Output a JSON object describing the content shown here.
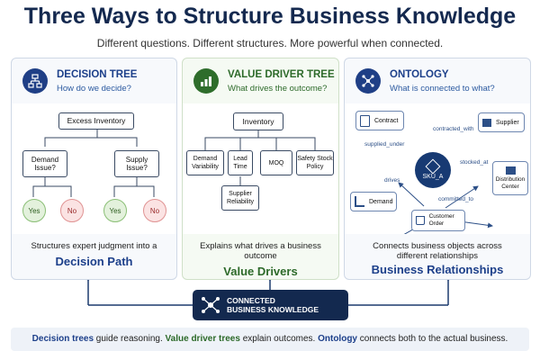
{
  "header": {
    "title": "Three Ways to Structure Business Knowledge",
    "subtitle": "Different questions. Different structures. More powerful when connected."
  },
  "colors": {
    "navy": "#14294f",
    "blue": "#1c3f8a",
    "green": "#2d6a2a",
    "accent_blue": "#2c5aa0"
  },
  "decision_tree": {
    "title": "DECISION TREE",
    "question": "How do we decide?",
    "icon": "decision-tree-icon",
    "root": "Excess Inventory",
    "branches": [
      {
        "label": "Demand Issue?",
        "outcomes": [
          "Yes",
          "No"
        ]
      },
      {
        "label": "Supply Issue?",
        "outcomes": [
          "Yes",
          "No"
        ]
      }
    ],
    "description": "Structures expert judgment into a",
    "result": "Decision Path"
  },
  "value_driver_tree": {
    "title": "VALUE DRIVER TREE",
    "question": "What drives the outcome?",
    "icon": "bar-chart-icon",
    "root": "Inventory",
    "drivers": [
      "Demand Variability",
      "Lead Time",
      "MOQ",
      "Safety Stock Policy"
    ],
    "sub_driver": "Supplier Reliability",
    "description": "Explains what drives a business outcome",
    "result": "Value Drivers"
  },
  "ontology": {
    "title": "ONTOLOGY",
    "question": "What is connected to what?",
    "icon": "network-icon",
    "hub": "SKU_A",
    "nodes": {
      "contract": "Contract",
      "supplier": "Supplier",
      "distribution_center": "Distribution Center",
      "demand": "Demand",
      "customer_order": "Customer Order"
    },
    "edges": {
      "supplied_under": "supplied_under",
      "contracted_with": "contracted_with",
      "stocked_at": "stocked_at",
      "drives": "drives",
      "committed_to": "committed_to"
    },
    "description": "Connects business objects across different relationships",
    "result": "Business Relationships"
  },
  "connected": {
    "line1": "CONNECTED",
    "line2": "BUSINESS KNOWLEDGE"
  },
  "summary": {
    "part1": "Decision trees",
    "part2": " guide reasoning. ",
    "part3": "Value driver trees",
    "part4": " explain outcomes. ",
    "part5": "Ontology",
    "part6": " connects both to the actual business."
  }
}
